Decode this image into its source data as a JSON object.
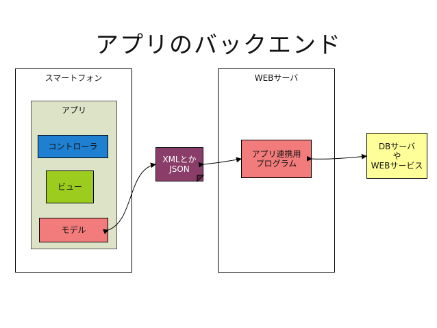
{
  "title": "アプリのバックエンド",
  "smartphone": {
    "label": "スマートフォン",
    "app": {
      "label": "アプリ",
      "controller": "コントローラ",
      "view": "ビュー",
      "model": "モデル"
    }
  },
  "format_note": "XMLとか\nJSON",
  "webserver": {
    "label": "WEBサーバ",
    "program": "アプリ連携用\nプログラム"
  },
  "db": "DBサーバ\nや\nWEBサービス",
  "colors": {
    "controller": "#1f7fd0",
    "view": "#9ccc1e",
    "model": "#f27c7c",
    "format_note": "#8a3d68",
    "program": "#f27c7c",
    "db": "#ffff99",
    "app_bg": "#dde3c6"
  }
}
